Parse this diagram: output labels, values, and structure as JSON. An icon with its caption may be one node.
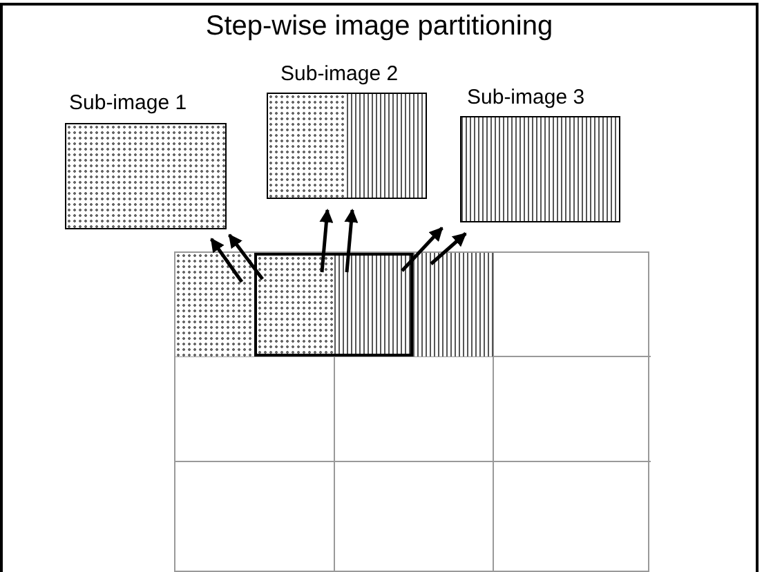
{
  "diagram": {
    "title": "Step-wise image partitioning",
    "nodes": [
      {
        "text": [
          "Sub-image 1"
        ]
      },
      {
        "text": [
          "Sub-image 2"
        ]
      },
      {
        "text": [
          "Sub-image 3"
        ]
      },
      {
        "text": [],
        "shape": "box"
      },
      {
        "text": [],
        "shape": "box",
        "in": 3
      },
      {
        "text": [],
        "shape": "box",
        "in": 3
      },
      {
        "text": [],
        "shape": "box",
        "in": 3
      }
    ],
    "edges": [
      {
        "from": 4,
        "to": 0,
        "arrow": "to"
      },
      {
        "from": 5,
        "to": 0,
        "arrow": "to"
      },
      {
        "from": 5,
        "to": 1,
        "arrow": "to"
      },
      {
        "from": 5,
        "to": 1,
        "arrow": "to"
      },
      {
        "from": 5,
        "to": 2,
        "arrow": "to"
      },
      {
        "from": 6,
        "to": 2,
        "arrow": "to"
      }
    ]
  }
}
